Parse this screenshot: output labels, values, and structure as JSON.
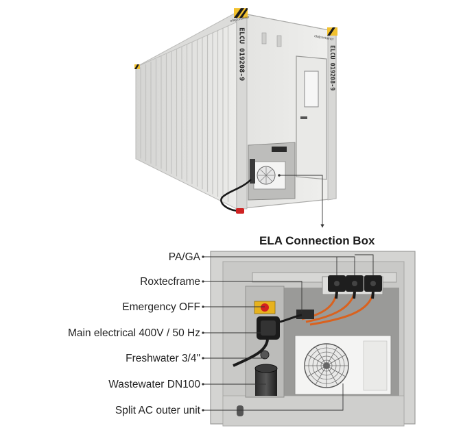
{
  "container": {
    "id_code": "ELCU 019208-9",
    "brand_mark_front": "ela|container",
    "brand_mark_side": "ela|container"
  },
  "title": "ELA Connection Box",
  "labels": [
    "PA/GA",
    "Roxtecframe",
    "Emergency OFF",
    "Main electrical 400V / 50 Hz",
    "Freshwater 3/4\"",
    "Wastewater DN100",
    "Split AC outer unit"
  ],
  "colors": {
    "container_body": "#e4e4e2",
    "panel_bg": "#d9d9d7",
    "cable_orange": "#d9621f",
    "connector_dark": "#1e1e1e",
    "stop_button": "#d32020",
    "switch_yellow": "#e7b21e"
  }
}
